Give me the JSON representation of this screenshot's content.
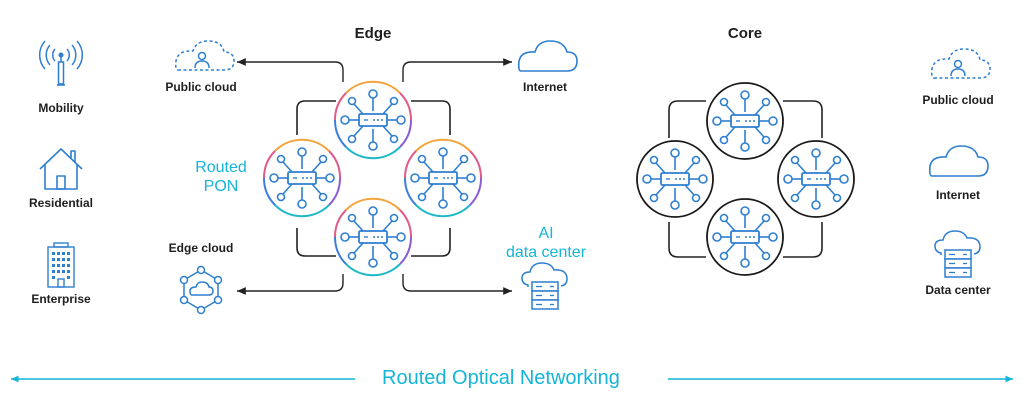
{
  "colors": {
    "accent": "#14b5d8",
    "icon_blue": "#2f7fd0",
    "line": "#222222",
    "ring_orange": "#f2a33a",
    "ring_pink": "#e05a8c",
    "ring_purple": "#8a5cd6",
    "ring_teal": "#1fb8c8"
  },
  "edge": {
    "title": "Edge",
    "routed_pon": [
      "Routed",
      "PON"
    ],
    "public_cloud": "Public cloud",
    "internet": "Internet",
    "edge_cloud": "Edge cloud",
    "ai_data_center": [
      "AI",
      "data center"
    ]
  },
  "core": {
    "title": "Core"
  },
  "access": {
    "mobility": "Mobility",
    "residential": "Residential",
    "enterprise": "Enterprise"
  },
  "right_column": {
    "public_cloud": "Public cloud",
    "internet": "Internet",
    "data_center": "Data center"
  },
  "banner": {
    "label": "Routed Optical Networking"
  },
  "icons": {
    "mobility": "cell-tower-icon",
    "residential": "house-icon",
    "enterprise": "office-building-icon",
    "edge_public_cloud": "dashed-cloud-user-icon",
    "edge_internet": "cloud-icon",
    "edge_cloud": "hexagon-cloud-icon",
    "ai_data_center": "cloud-server-icon",
    "core_public_cloud": "dashed-cloud-user-icon",
    "core_internet": "cloud-icon",
    "core_data_center": "cloud-server-icon",
    "router": "router-hub-icon"
  }
}
